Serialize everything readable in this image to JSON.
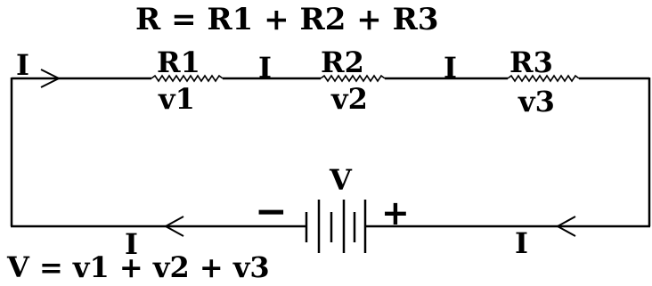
{
  "formulas": {
    "total_resistance": "R = R1 + R2 + R3",
    "total_voltage": "V  =  v1 +  v2   +  v3"
  },
  "resistors": [
    {
      "name": "R1",
      "voltage": "v1"
    },
    {
      "name": "R2",
      "voltage": "v2"
    },
    {
      "name": "R3",
      "voltage": "v3"
    }
  ],
  "current": {
    "label": "I"
  },
  "battery": {
    "label": "V",
    "negative": "−",
    "positive": "+"
  }
}
